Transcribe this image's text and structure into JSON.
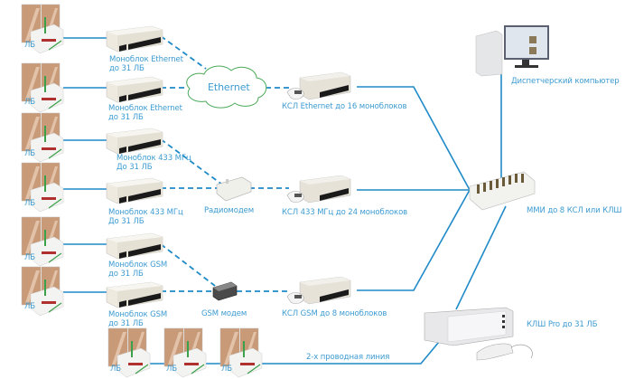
{
  "colors": {
    "line": "#1f8ac8",
    "text": "#3c9bd1",
    "cloud": "#4caa5a"
  },
  "lock_units": [
    {
      "label": "ЛБ"
    },
    {
      "label": "ЛБ"
    },
    {
      "label": "ЛБ"
    },
    {
      "label": "ЛБ"
    },
    {
      "label": "ЛБ"
    },
    {
      "label": "ЛБ"
    },
    {
      "label": "ЛБ"
    },
    {
      "label": "ЛБ"
    },
    {
      "label": "ЛБ"
    }
  ],
  "monoblocks": [
    {
      "line1": "Моноблок Ethernet",
      "line2": "до 31 ЛБ"
    },
    {
      "line1": "Моноблок Ethernet",
      "line2": "до 31 ЛБ"
    },
    {
      "line1": "Моноблок 433 МГц",
      "line2": "До 31 ЛБ"
    },
    {
      "line1": "Моноблок 433 МГц",
      "line2": "До 31 ЛБ"
    },
    {
      "line1": "Моноблок GSM",
      "line2": "до 31 ЛБ"
    },
    {
      "line1": "Моноблок GSM",
      "line2": "до 31 ЛБ"
    }
  ],
  "cloud": {
    "label": "Ethernet"
  },
  "radiomodem": {
    "label": "Радиомодем"
  },
  "gsm_modem": {
    "label": "GSM модем"
  },
  "ksl": [
    {
      "label": "КСЛ Ethernet до 16 моноблоков"
    },
    {
      "label": "КСЛ 433 МГц до 24 моноблоков"
    },
    {
      "label": "КСЛ GSM до 8 моноблоков"
    }
  ],
  "mmi": {
    "label": "ММИ до 8 КСЛ или КЛШ"
  },
  "computer": {
    "label": "Диспетчерский компьютер"
  },
  "klsh": {
    "label": "КЛШ Pro до 31 ЛБ"
  },
  "wire": {
    "label": "2-х проводная линия"
  }
}
